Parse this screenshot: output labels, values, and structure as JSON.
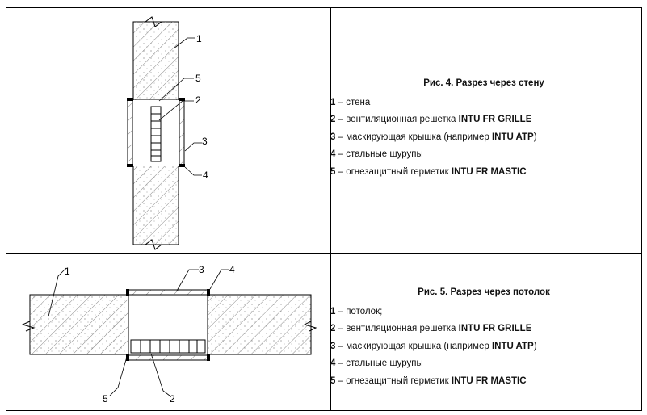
{
  "figure4": {
    "title": "Рис. 4. Разрез через стену",
    "items": [
      {
        "num": "1",
        "text": " – стена",
        "bold": ""
      },
      {
        "num": "2",
        "text": " – вентиляционная решетка ",
        "bold": "INTU FR GRILLE",
        "after": ""
      },
      {
        "num": "3",
        "text": " – маскирующая крышка (например ",
        "bold": "INTU ATP",
        "after": ")"
      },
      {
        "num": "4",
        "text": " – стальные шурупы",
        "bold": ""
      },
      {
        "num": "5",
        "text": " – огнезащитный герметик  ",
        "bold": "INTU FR MASTIC",
        "after": ""
      }
    ],
    "callouts": [
      "1",
      "2",
      "3",
      "4",
      "5"
    ]
  },
  "figure5": {
    "title": "Рис. 5. Разрез через потолок",
    "items": [
      {
        "num": "1",
        "text": " – потолок;",
        "bold": ""
      },
      {
        "num": "2",
        "text": " – вентиляционная решетка ",
        "bold": "INTU FR GRILLE",
        "after": ""
      },
      {
        "num": "3",
        "text": " – маскирующая крышка (например ",
        "bold": "INTU ATP",
        "after": ")"
      },
      {
        "num": "4",
        "text": " – стальные шурупы",
        "bold": ""
      },
      {
        "num": "5",
        "text": " – огнезащитный герметик  ",
        "bold": "INTU FR MASTIC",
        "after": ""
      }
    ],
    "callouts": [
      "1",
      "3",
      "4",
      "5",
      "2"
    ]
  }
}
